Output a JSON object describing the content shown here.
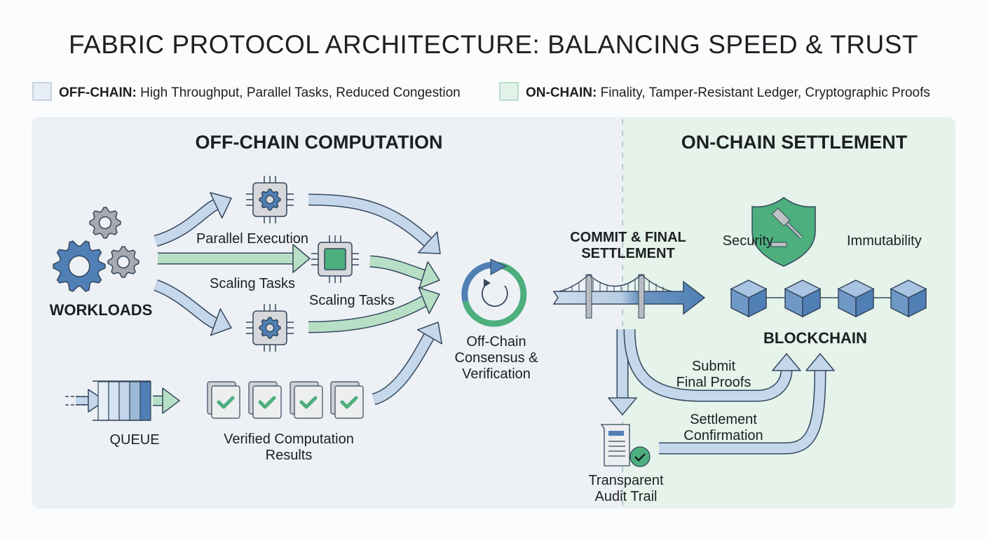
{
  "title": "FABRIC PROTOCOL ARCHITECTURE: BALANCING SPEED & TRUST",
  "legend": [
    {
      "key": "OFF-CHAIN:",
      "text": " High Throughput, Parallel Tasks, Reduced Congestion",
      "color": "#e8eef6"
    },
    {
      "key": "ON-CHAIN:",
      "text": " Finality, Tamper-Resistant Ledger, Cryptographic Proofs",
      "color": "#e3f3ea"
    }
  ],
  "offchain": {
    "heading": "OFF-CHAIN COMPUTATION",
    "workloads": "WORKLOADS",
    "parallel_execution": "Parallel Execution",
    "scaling_tasks_1": "Scaling Tasks",
    "scaling_tasks_2": "Scaling Tasks",
    "queue": "QUEUE",
    "verified_results": [
      "Verified Computation",
      "Results"
    ],
    "consensus": [
      "Off-Chain",
      "Consensus &",
      "Verification"
    ]
  },
  "onchain": {
    "heading": "ON-CHAIN SETTLEMENT",
    "commit": [
      "COMMIT & FINAL",
      "SETTLEMENT"
    ],
    "security": "Security",
    "immutability": "Immutability",
    "blockchain": "BLOCKCHAIN",
    "submit": [
      "Submit",
      "Final Proofs"
    ],
    "confirmation": [
      "Settlement",
      "Confirmation"
    ],
    "audit": [
      "Transparent",
      "Audit Trail"
    ]
  },
  "colors": {
    "blue": "#4f7fb5",
    "green": "#4caf7d",
    "arrow_blue": "#c5d7ea",
    "arrow_green": "#b7dfc6",
    "outline": "#34475c",
    "gray": "#a6a9ad"
  }
}
